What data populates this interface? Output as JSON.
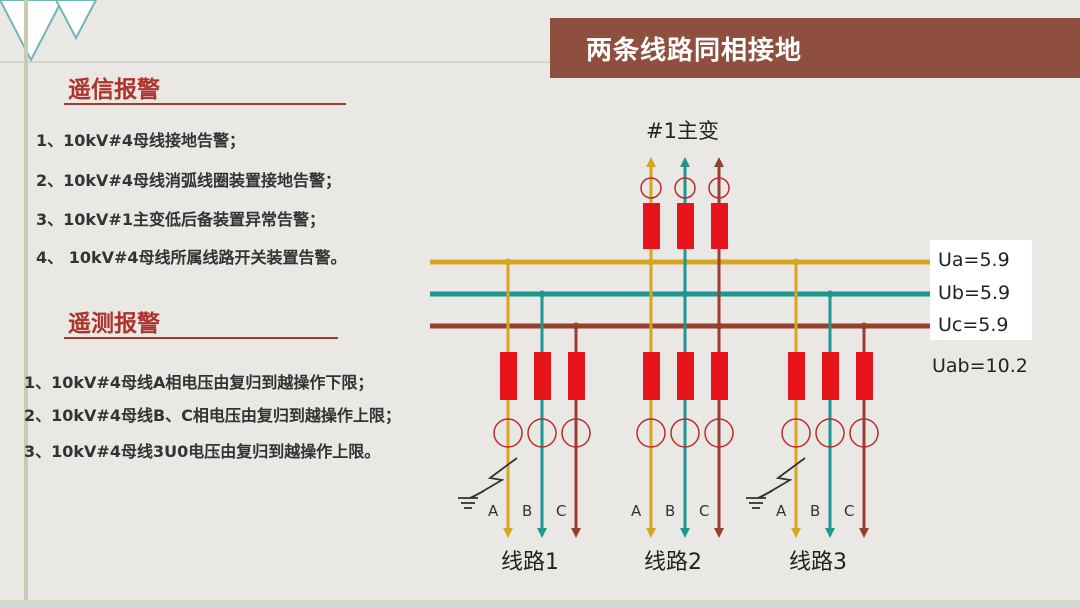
{
  "title": "两条线路同相接地",
  "telesignal": {
    "heading": "遥信报警",
    "items": [
      "1、10kV#4母线接地告警；",
      "2、10kV#4母线消弧线圈装置接地告警；",
      "3、10kV#1主变低后备装置异常告警；",
      "4、 10kV#4母线所属线路开关装置告警。"
    ]
  },
  "telemetry": {
    "heading": "遥测报警",
    "items": [
      "1、10kV#4母线A相电压由复归到越操作下限；",
      "2、10kV#4母线B、C相电压由复归到越操作上限；",
      "3、10kV#4母线3U0电压由复归到越操作上限。"
    ]
  },
  "diagram": {
    "transformer_label": "#1主变",
    "bus_readings": [
      "Ua=5.9",
      "Ub=5.9",
      "Uc=5.9"
    ],
    "line_voltage": "Uab=10.2",
    "phase_letters": [
      "A",
      "B",
      "C"
    ],
    "lines": [
      "线路1",
      "线路2",
      "线路3"
    ],
    "grounded_lines": [
      "线路1",
      "线路3"
    ],
    "colors": {
      "phase_a": "#d6a521",
      "phase_b": "#1f9691",
      "phase_c": "#98402f",
      "ct": "#c02a2a",
      "fuse": "#e8141b",
      "heading": "#b0332b",
      "banner": "#8f4f3e"
    }
  }
}
